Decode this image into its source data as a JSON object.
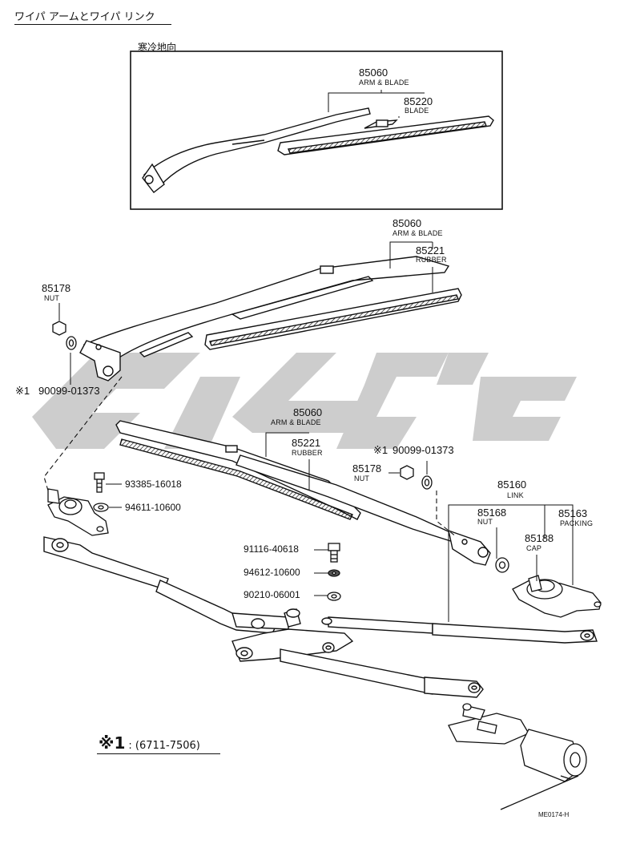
{
  "title": "ワイパ アームとワイパ リンク",
  "inset": {
    "title": "寒冷地向",
    "arm_blade": {
      "part": "85060",
      "name": "ARM & BLADE"
    },
    "blade": {
      "part": "85220",
      "name": "BLADE"
    }
  },
  "upper": {
    "arm_blade": {
      "part": "85060",
      "name": "ARM & BLADE"
    },
    "rubber": {
      "part": "85221",
      "name": "RUBBER"
    },
    "nut": {
      "part": "85178",
      "name": "NUT"
    },
    "washer": {
      "mark": "※1",
      "part": "90099-01373"
    }
  },
  "middle": {
    "arm_blade": {
      "part": "85060",
      "name": "ARM & BLADE"
    },
    "rubber": {
      "part": "85221",
      "name": "RUBBER"
    },
    "washer": {
      "mark": "※1",
      "part": "90099-01373"
    },
    "nut": {
      "part": "85178",
      "name": "NUT"
    }
  },
  "linkage": {
    "bolt1": "93385-16018",
    "washer1": "94611-10600",
    "bolt2": "91116-40618",
    "washer2": "94612-10600",
    "washer3": "90210-06001"
  },
  "link": {
    "link": {
      "part": "85160",
      "name": "LINK"
    },
    "nut": {
      "part": "85168",
      "name": "NUT"
    },
    "packing": {
      "part": "85163",
      "name": "PACKING"
    },
    "cap": {
      "part": "85188",
      "name": "CAP"
    }
  },
  "footnote": {
    "mark": "※1",
    "text": ": (6711-7506)"
  },
  "diagram_code": "ME0174-H",
  "colors": {
    "ink": "#111111",
    "watermark": "#c8c8c8"
  }
}
